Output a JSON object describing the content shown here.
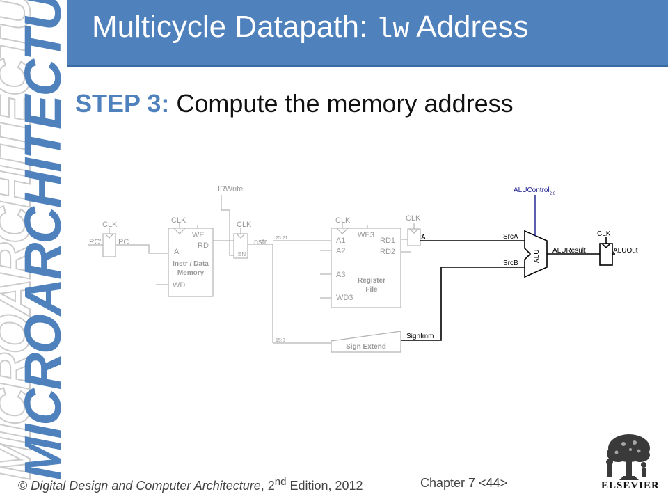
{
  "title": {
    "prefix": "Multicycle Datapath: ",
    "code": "lw",
    "suffix": " Address"
  },
  "side_banner": "MICROARCHITECTURE",
  "step": {
    "label": "STEP 3:",
    "text": " Compute the memory address"
  },
  "footer": {
    "copyright": "© ",
    "book": "Digital Design and Computer Architecture",
    "edition_pre": ", 2",
    "edition_sup": "nd",
    "edition_post": " Edition, 2012",
    "chapter": "Chapter 7 <44>"
  },
  "publisher": "ELSEVIER",
  "diagram": {
    "clk": "CLK",
    "pc_prime": "PC'",
    "pc": "PC",
    "we": "WE",
    "rd": "RD",
    "a": "A",
    "wd": "WD",
    "mem_title": "Instr / Data",
    "mem_sub": "Memory",
    "irwrite": "IRWrite",
    "en": "EN",
    "instr": "Instr",
    "bits_25_21": "25:21",
    "bits_15_0": "15:0",
    "a1": "A1",
    "a2": "A2",
    "a3": "A3",
    "wd3": "WD3",
    "we3": "WE3",
    "rd1": "RD1",
    "rd2": "RD2",
    "rf_title": "Register",
    "rf_sub": "File",
    "reg_a": "A",
    "alucontrol": "ALUControl",
    "alucontrol_sub": "2:0",
    "srca": "SrcA",
    "srcb": "SrcB",
    "alu": "ALU",
    "aluresult": "ALUResult",
    "aluout": "ALUOut",
    "signimm": "SignImm",
    "sign_extend": "Sign Extend"
  }
}
